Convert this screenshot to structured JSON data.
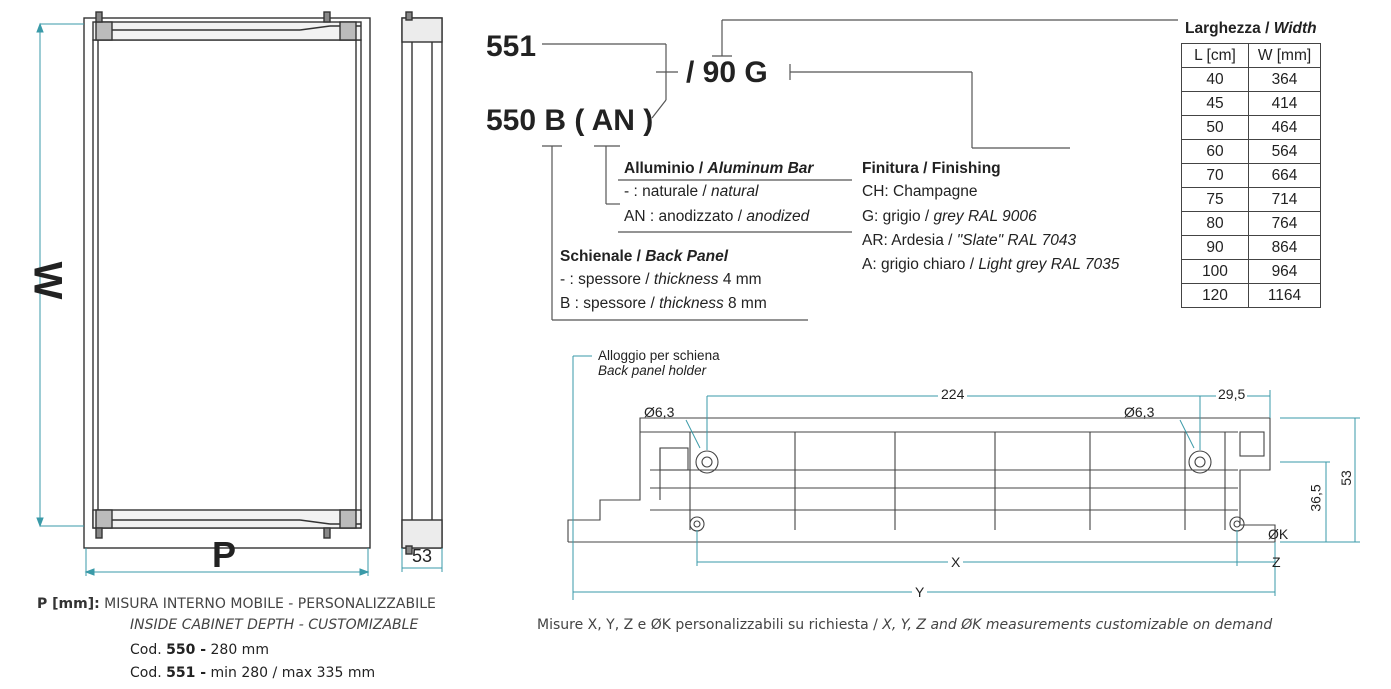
{
  "codes": {
    "c551": "551",
    "c550": "550 B ( AN )",
    "c90g": "/ 90 G"
  },
  "aluminium": {
    "title_it": "Alluminio / ",
    "title_en": "Aluminum Bar",
    "line1_it": "- : naturale / ",
    "line1_en": "natural",
    "line2_it": "AN : anodizzato / ",
    "line2_en": "anodized"
  },
  "back_panel": {
    "title_it": "Schienale / ",
    "title_en": "Back Panel",
    "line1_it": "- : spessore / ",
    "line1_en": "thickness",
    "line1_val": " 4 mm",
    "line2_it": "B : spessore / ",
    "line2_en": "thickness",
    "line2_val": " 8 mm"
  },
  "finishing": {
    "title": "Finitura / Finishing",
    "items": [
      {
        "it": "CH: Champagne",
        "en": ""
      },
      {
        "it": "G: grigio / ",
        "en": "grey RAL 9006"
      },
      {
        "it": "AR: Ardesia / ",
        "en": "\"Slate\" RAL 7043"
      },
      {
        "it": "A: grigio chiaro / ",
        "en": "Light grey RAL 7035"
      }
    ]
  },
  "width_table": {
    "title_it": "Larghezza / ",
    "title_en": "Width",
    "head_l": "L [cm]",
    "head_w": "W [mm]",
    "rows": [
      [
        "40",
        "364"
      ],
      [
        "45",
        "414"
      ],
      [
        "50",
        "464"
      ],
      [
        "60",
        "564"
      ],
      [
        "70",
        "664"
      ],
      [
        "75",
        "714"
      ],
      [
        "80",
        "764"
      ],
      [
        "90",
        "864"
      ],
      [
        "100",
        "964"
      ],
      [
        "120",
        "1164"
      ]
    ]
  },
  "frame": {
    "w_label": "W",
    "p_label": "P",
    "side_dim": "53"
  },
  "profile": {
    "holder_it": "Alloggio per schiena",
    "holder_en": "Back panel holder",
    "dim_224": "224",
    "dim_295": "29,5",
    "hole_left": "Ø6,3",
    "hole_right": "Ø6,3",
    "dim_53": "53",
    "dim_365": "36,5",
    "ok": "ØK",
    "x": "X",
    "y": "Y",
    "z": "Z"
  },
  "footer": {
    "p_key": "P [mm]:",
    "p_it": "MISURA INTERNO MOBILE - PERSONALIZZABILE",
    "p_en": "INSIDE CABINET DEPTH - CUSTOMIZABLE",
    "cod550_key": "Cod. ",
    "cod550_num": "550 -",
    "cod550_val": " 280 mm",
    "cod551_key": "Cod. ",
    "cod551_num": "551 -",
    "cod551_val": " min 280 / max 335 mm",
    "custom_it": "Misure X, Y, Z e ØK personalizzabili su richiesta / ",
    "custom_en": "X, Y, Z and ØK measurements customizable on demand"
  },
  "colors": {
    "dim_line": "#3a9aa8",
    "ink": "#222222"
  }
}
